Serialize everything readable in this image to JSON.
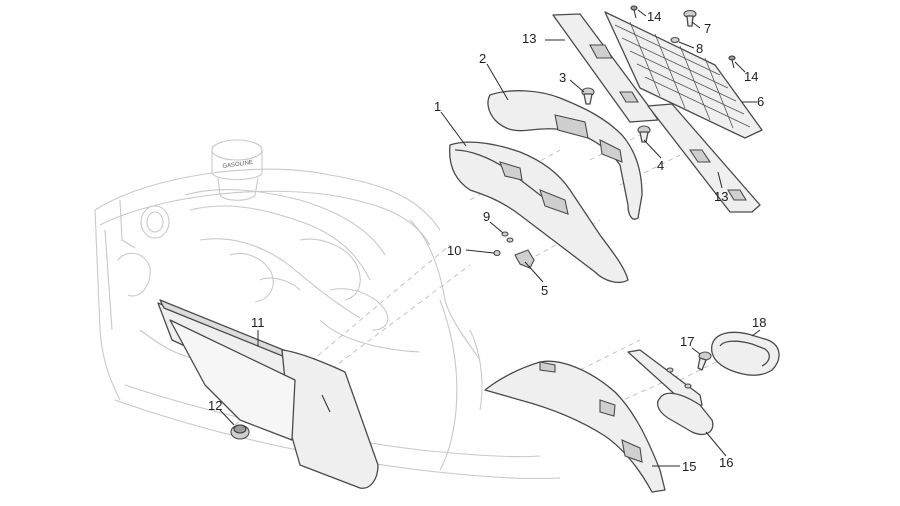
{
  "diagram": {
    "cap_lettering": "GASOLINE",
    "callouts": [
      {
        "id": "c1",
        "label": "1"
      },
      {
        "id": "c2",
        "label": "2"
      },
      {
        "id": "c3",
        "label": "3"
      },
      {
        "id": "c4",
        "label": "4"
      },
      {
        "id": "c5",
        "label": "5"
      },
      {
        "id": "c6",
        "label": "6"
      },
      {
        "id": "c7",
        "label": "7"
      },
      {
        "id": "c8",
        "label": "8"
      },
      {
        "id": "c9",
        "label": "9"
      },
      {
        "id": "c10",
        "label": "10"
      },
      {
        "id": "c11",
        "label": "11"
      },
      {
        "id": "c12",
        "label": "12"
      },
      {
        "id": "c13a",
        "label": "13"
      },
      {
        "id": "c13b",
        "label": "13"
      },
      {
        "id": "c14a",
        "label": "14"
      },
      {
        "id": "c14b",
        "label": "14"
      },
      {
        "id": "c15",
        "label": "15"
      },
      {
        "id": "c16",
        "label": "16"
      },
      {
        "id": "c17",
        "label": "17"
      },
      {
        "id": "c18",
        "label": "18"
      }
    ]
  }
}
